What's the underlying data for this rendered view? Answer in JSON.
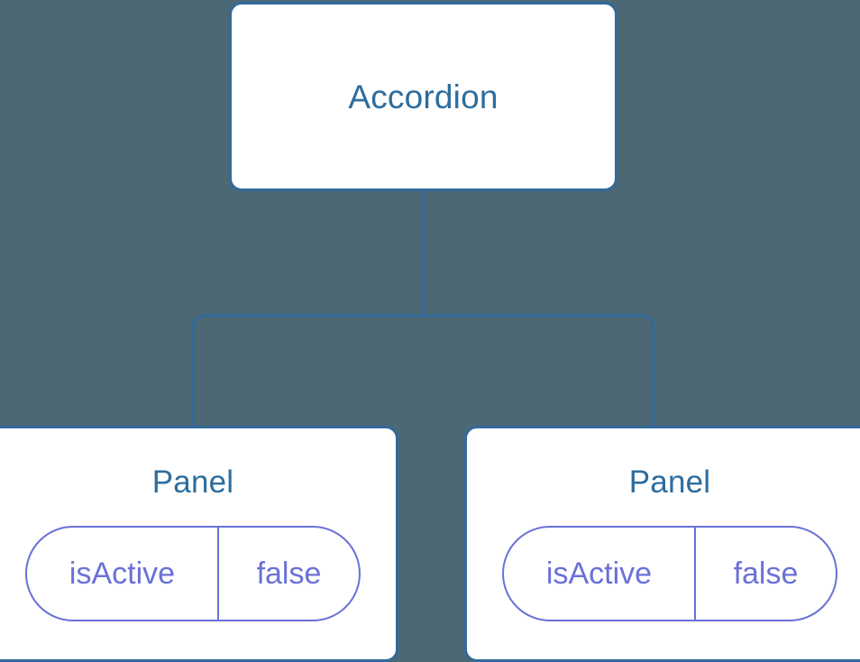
{
  "diagram": {
    "type": "component-tree",
    "background_color": "#4c6874",
    "node_fill": "#ffffff",
    "node_border_color": "#33699c",
    "node_title_color": "#2d6d9e",
    "prop_color": "#6a71d6",
    "connector_color": "#33699c"
  },
  "nodes": {
    "root": {
      "title": "Accordion"
    },
    "children": [
      {
        "title": "Panel",
        "props": [
          {
            "key": "isActive",
            "value": "false"
          }
        ]
      },
      {
        "title": "Panel",
        "props": [
          {
            "key": "isActive",
            "value": "false"
          }
        ]
      }
    ]
  },
  "edges": [
    {
      "from": "Accordion",
      "to": "Panel"
    },
    {
      "from": "Accordion",
      "to": "Panel"
    }
  ]
}
